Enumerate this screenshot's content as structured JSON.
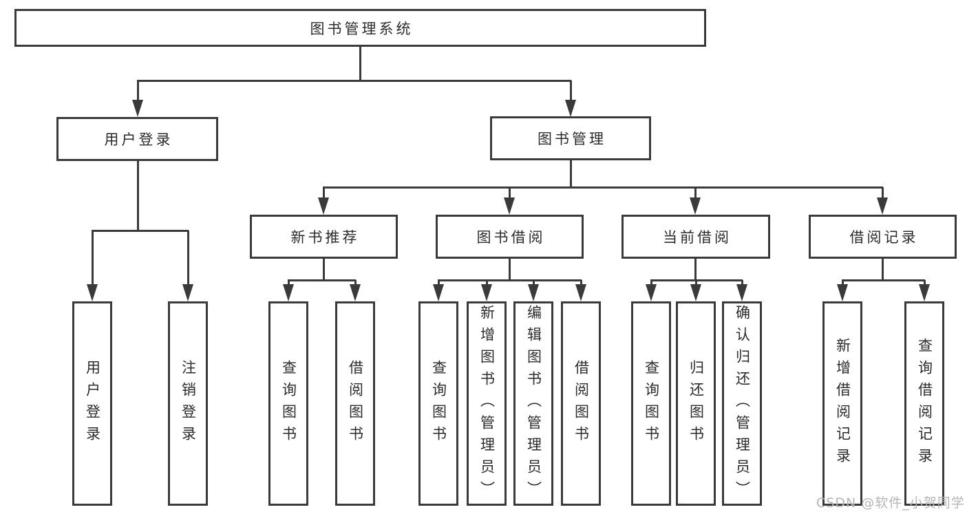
{
  "diagram": {
    "root": {
      "label": "图书管理系统"
    },
    "branches": [
      {
        "label": "用户登录",
        "children": [
          "用户登录",
          "注销登录"
        ]
      },
      {
        "label": "图书管理",
        "modules": [
          {
            "label": "新书推荐",
            "children": [
              "查询图书",
              "借阅图书"
            ]
          },
          {
            "label": "图书借阅",
            "children": [
              "查询图书",
              "新增图书（管理员）",
              "编辑图书（管理员）",
              "借阅图书"
            ]
          },
          {
            "label": "当前借阅",
            "children": [
              "查询图书",
              "归还图书",
              "确认归还（管理员）"
            ]
          },
          {
            "label": "借阅记录",
            "children": [
              "新增借阅记录",
              "查询借阅记录"
            ]
          }
        ]
      }
    ]
  },
  "watermark": {
    "text": "CSDN @软件_小贺同学",
    "color": "#b5b5b5"
  },
  "colors": {
    "line": "#3a3a3a",
    "text": "#2b2b2b",
    "background": "#ffffff"
  }
}
